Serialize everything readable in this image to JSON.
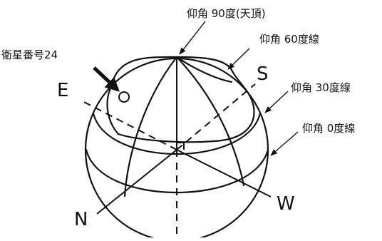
{
  "diagram": {
    "labels": {
      "zenith": "仰角 90度(天頂)",
      "elev60": "仰角 60度線",
      "elev30": "仰角 30度線",
      "elev0": "仰角 0度線",
      "satellite": "衛星番号24"
    },
    "directions": {
      "east": "E",
      "south": "S",
      "west": "W",
      "north": "N"
    },
    "colors": {
      "stroke": "#111111",
      "background": "#ffffff"
    }
  }
}
